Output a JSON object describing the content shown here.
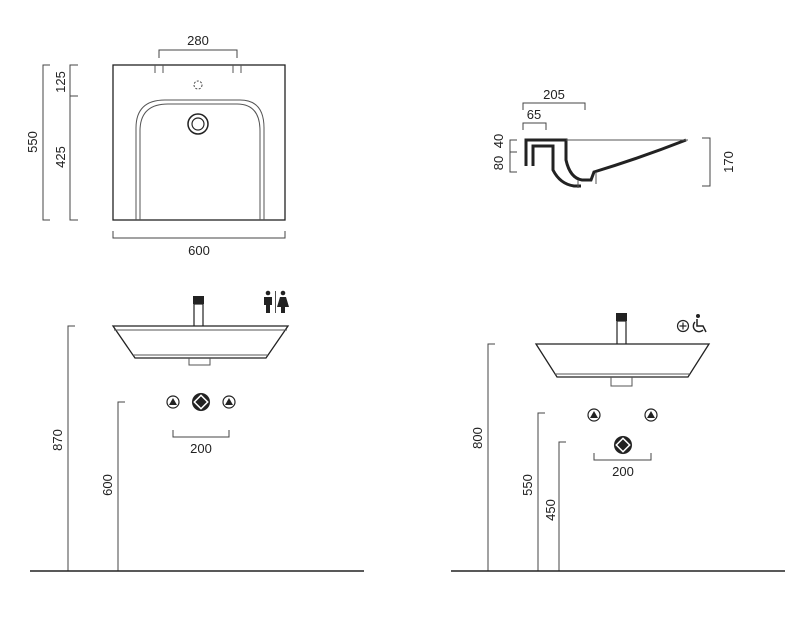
{
  "colors": {
    "line": "#222222",
    "dimension": "#444444",
    "background": "#ffffff"
  },
  "top_view": {
    "tap_spacing": "280",
    "depth_back": "125",
    "depth_front": "425",
    "depth_total": "550",
    "width": "600"
  },
  "side_section": {
    "length": "205",
    "wall": "65",
    "rim": "40",
    "front_height": "80",
    "height": "170"
  },
  "standard_elevation": {
    "rim_height": "870",
    "connection_height": "600",
    "connection_spacing": "200",
    "icon": "standard-users-icon"
  },
  "accessible_elevation": {
    "rim_height": "800",
    "supply_height": "550",
    "waste_height": "450",
    "connection_spacing": "200",
    "icons": [
      "adjustable-icon",
      "wheelchair-icon"
    ]
  }
}
